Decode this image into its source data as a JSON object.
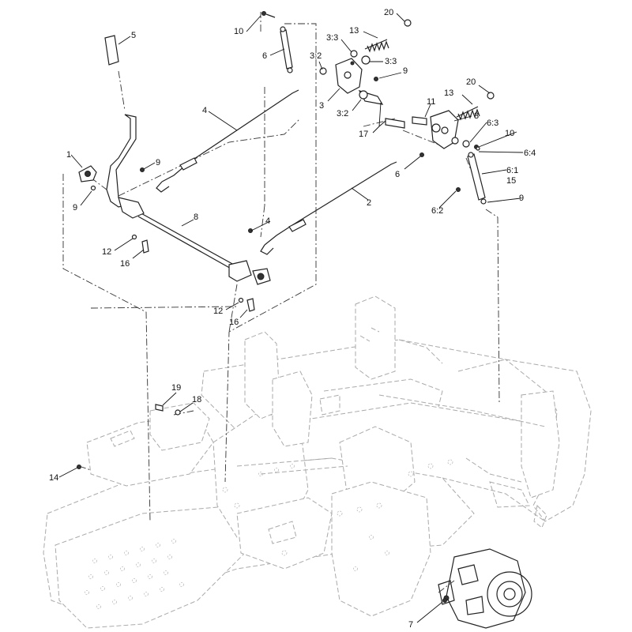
{
  "callouts": [
    {
      "key": "c20a",
      "text": "20"
    },
    {
      "key": "c10a",
      "text": "10"
    },
    {
      "key": "c13a",
      "text": "13"
    },
    {
      "key": "c33a",
      "text": "3:3"
    },
    {
      "key": "c5",
      "text": "5"
    },
    {
      "key": "c6a",
      "text": "6"
    },
    {
      "key": "c32a",
      "text": "3:2"
    },
    {
      "key": "c33b",
      "text": "3:3"
    },
    {
      "key": "c9a",
      "text": "9"
    },
    {
      "key": "c3a",
      "text": "3"
    },
    {
      "key": "c32b",
      "text": "3:2"
    },
    {
      "key": "c20b",
      "text": "20"
    },
    {
      "key": "c13b",
      "text": "13"
    },
    {
      "key": "c4a",
      "text": "4"
    },
    {
      "key": "c11",
      "text": "11"
    },
    {
      "key": "c3b",
      "text": "3"
    },
    {
      "key": "c17",
      "text": "17"
    },
    {
      "key": "c63",
      "text": "6:3"
    },
    {
      "key": "c10b",
      "text": "10"
    },
    {
      "key": "c64",
      "text": "6:4"
    },
    {
      "key": "c1",
      "text": "1"
    },
    {
      "key": "c9b",
      "text": "9"
    },
    {
      "key": "c6b",
      "text": "6"
    },
    {
      "key": "c61",
      "text": "6:1"
    },
    {
      "key": "c15",
      "text": "15"
    },
    {
      "key": "c9c",
      "text": "9"
    },
    {
      "key": "c4b",
      "text": "4"
    },
    {
      "key": "c2",
      "text": "2"
    },
    {
      "key": "c8",
      "text": "8"
    },
    {
      "key": "c62",
      "text": "6:2"
    },
    {
      "key": "c9d",
      "text": "9"
    },
    {
      "key": "c12a",
      "text": "12"
    },
    {
      "key": "c16a",
      "text": "16"
    },
    {
      "key": "c12b",
      "text": "12"
    },
    {
      "key": "c16b",
      "text": "16"
    },
    {
      "key": "c19",
      "text": "19"
    },
    {
      "key": "c18",
      "text": "18"
    },
    {
      "key": "c14",
      "text": "14"
    },
    {
      "key": "c7",
      "text": "7"
    }
  ]
}
